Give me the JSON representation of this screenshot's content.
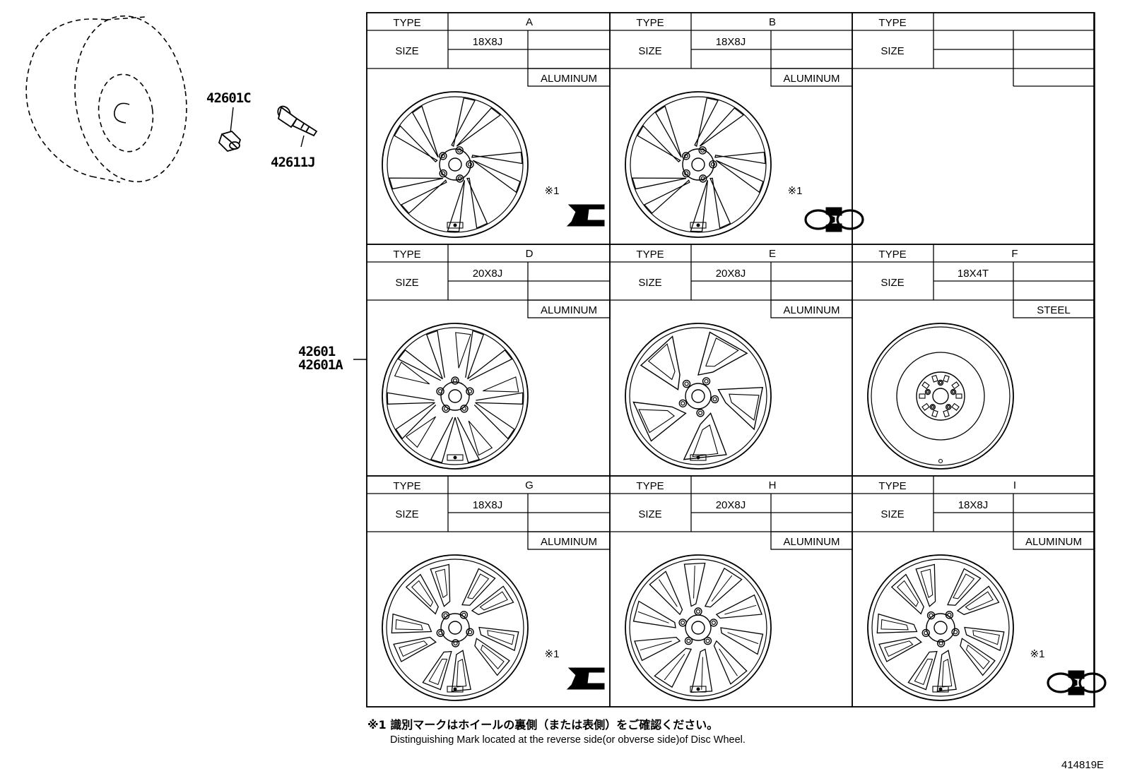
{
  "parts": {
    "lug_nut": "42601C",
    "valve": "42611J",
    "wheel_main": "42601",
    "wheel_alt": "42601A"
  },
  "labels": {
    "type": "TYPE",
    "size": "SIZE",
    "mark": "※1"
  },
  "cells": [
    {
      "type": "A",
      "size": "18X8J",
      "material": "ALUMINUM",
      "mark": "mark-a"
    },
    {
      "type": "B",
      "size": "18X8J",
      "material": "ALUMINUM",
      "mark": "mark-b"
    },
    {
      "type": "",
      "size": "",
      "material": "",
      "mark": ""
    },
    {
      "type": "D",
      "size": "20X8J",
      "material": "ALUMINUM",
      "mark": ""
    },
    {
      "type": "E",
      "size": "20X8J",
      "material": "ALUMINUM",
      "mark": ""
    },
    {
      "type": "F",
      "size": "18X4T",
      "material": "STEEL",
      "mark": ""
    },
    {
      "type": "G",
      "size": "18X8J",
      "material": "ALUMINUM",
      "mark": "mark-a"
    },
    {
      "type": "H",
      "size": "20X8J",
      "material": "ALUMINUM",
      "mark": ""
    },
    {
      "type": "I",
      "size": "18X8J",
      "material": "ALUMINUM",
      "mark": "mark-b"
    }
  ],
  "footnote": {
    "jp": "※1 識別マークはホイールの裏側（または表側）をご確認ください。",
    "en": "Distinguishing Mark located at the reverse side(or obverse side)of Disc Wheel."
  },
  "doc_number": "414819E"
}
